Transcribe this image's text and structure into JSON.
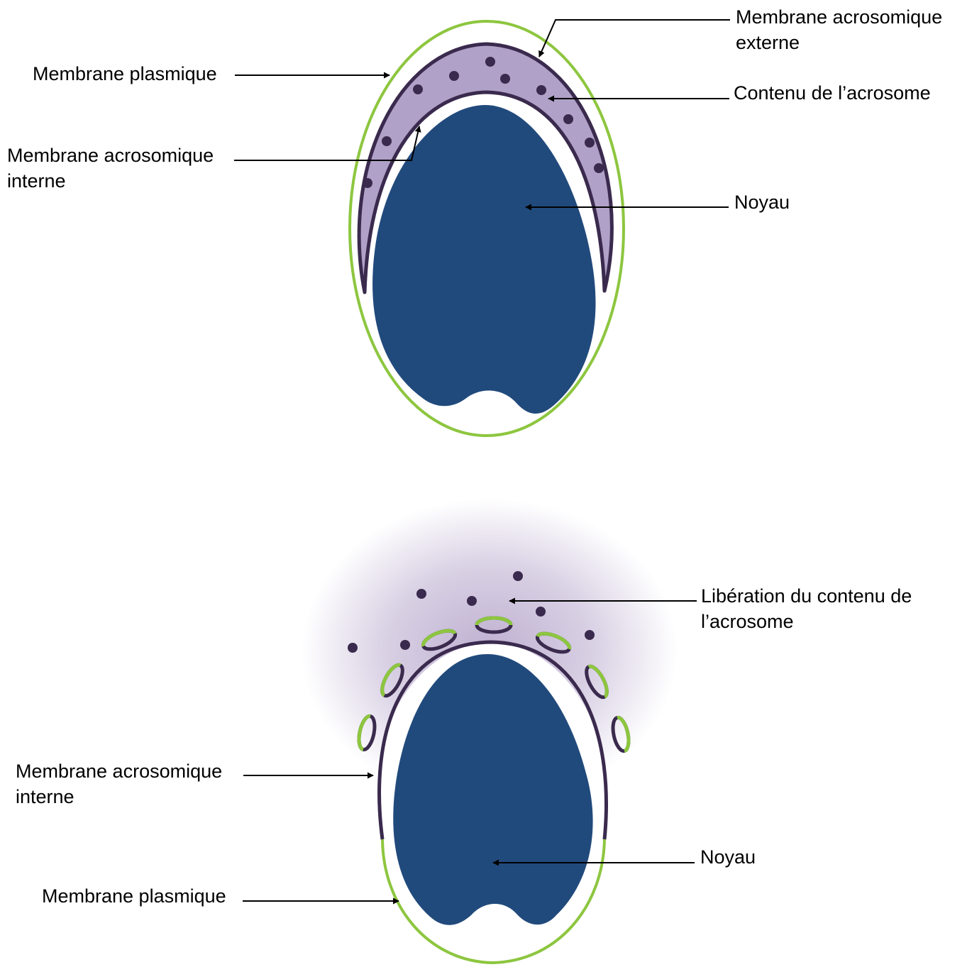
{
  "colors": {
    "plasma_membrane": "#8DC63F",
    "acrosomal_membrane": "#3A2A4D",
    "acrosome_content": "#B0A1C8",
    "nucleus": "#214A7C",
    "granule": "#3A2A4D",
    "release_halo": "#A996C2",
    "arrow": "#000000"
  },
  "top_panel": {
    "labels": {
      "outer_membrane_line1": "Membrane acrosomique",
      "outer_membrane_line2": "externe",
      "plasma_membrane": "Membrane plasmique",
      "acrosome_content": "Contenu de l’acrosome",
      "inner_membrane_line1": "Membrane acrosomique",
      "inner_membrane_line2": "interne",
      "nucleus": "Noyau"
    }
  },
  "bottom_panel": {
    "labels": {
      "release_line1": "Libération du contenu de",
      "release_line2": "l’acrosome",
      "inner_membrane_line1": "Membrane acrosomique",
      "inner_membrane_line2": "interne",
      "nucleus": "Noyau",
      "plasma_membrane": "Membrane plasmique"
    }
  }
}
